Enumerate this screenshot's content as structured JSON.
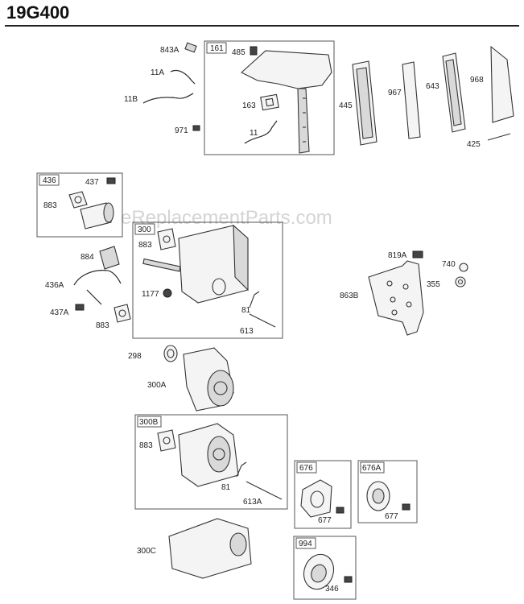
{
  "title": "19G400",
  "watermark": "eReplacementParts.com",
  "labels": {
    "p843A": "843A",
    "p161": "161",
    "p485": "485",
    "p11A": "11A",
    "p11B": "11B",
    "p163": "163",
    "p971": "971",
    "p11": "11",
    "p445": "445",
    "p967": "967",
    "p643": "643",
    "p968": "968",
    "p425": "425",
    "p436": "436",
    "p437": "437",
    "p883a": "883",
    "p300": "300",
    "p883b": "883",
    "p884": "884",
    "p436A": "436A",
    "p437A": "437A",
    "p883c": "883",
    "p1177": "1177",
    "p81a": "81",
    "p613": "613",
    "p819A": "819A",
    "p740": "740",
    "p355": "355",
    "p863B": "863B",
    "p298": "298",
    "p300A": "300A",
    "p300B": "300B",
    "p883d": "883",
    "p81b": "81",
    "p613A": "613A",
    "p676": "676",
    "p677a": "677",
    "p676A": "676A",
    "p677b": "677",
    "p300C": "300C",
    "p994": "994",
    "p346": "346"
  }
}
